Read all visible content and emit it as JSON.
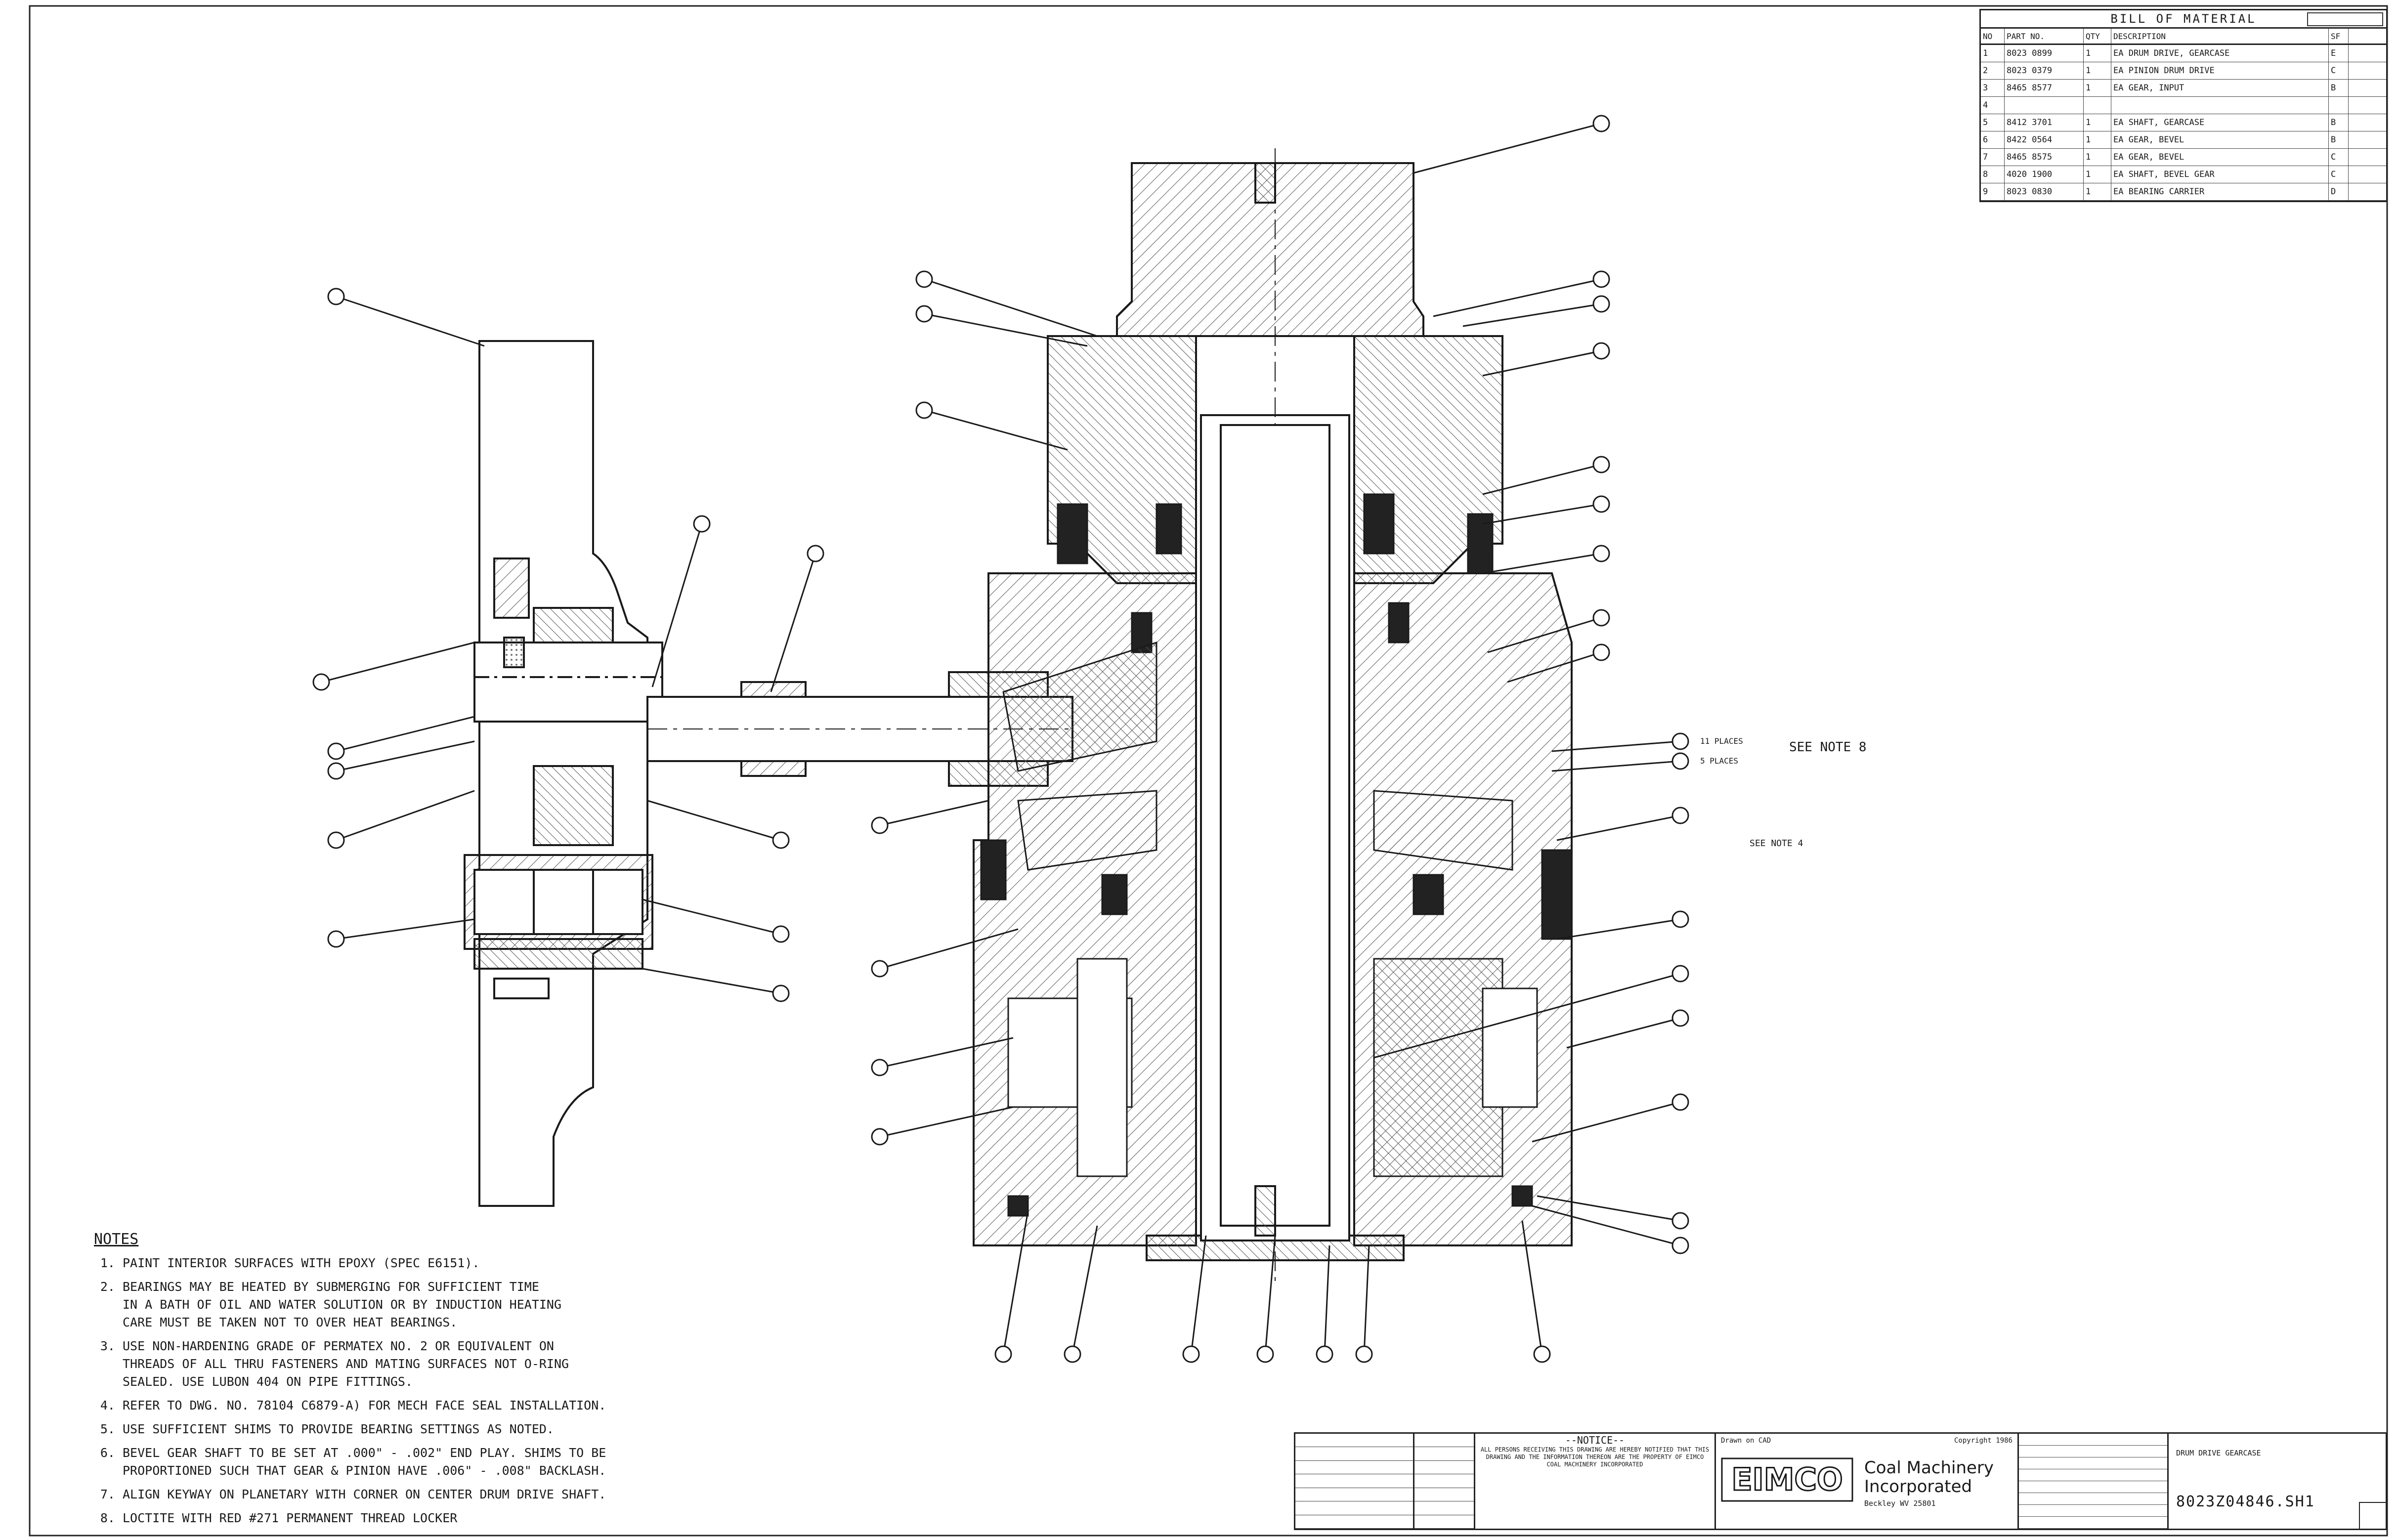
{
  "bom": {
    "title": "BILL OF MATERIAL",
    "headers": [
      "NO",
      "PART NO.",
      "QTY",
      "DESCRIPTION",
      "SF",
      ""
    ],
    "rows": [
      [
        "1",
        "8023 0899",
        "1",
        "EA DRUM DRIVE, GEARCASE",
        "E"
      ],
      [
        "2",
        "8023 0379",
        "1",
        "EA PINION DRUM DRIVE",
        "C"
      ],
      [
        "3",
        "8465 8577",
        "1",
        "EA GEAR, INPUT",
        "B"
      ],
      [
        "4",
        "",
        "",
        "",
        ""
      ],
      [
        "5",
        "8412 3701",
        "1",
        "EA SHAFT, GEARCASE",
        "B"
      ],
      [
        "6",
        "8422 0564",
        "1",
        "EA GEAR, BEVEL",
        "B"
      ],
      [
        "7",
        "8465 8575",
        "1",
        "EA GEAR, BEVEL",
        "C"
      ],
      [
        "8",
        "4020 1900",
        "1",
        "EA SHAFT, BEVEL GEAR",
        "C"
      ],
      [
        "9",
        "8023 0830",
        "1",
        "EA BEARING CARRIER",
        "D"
      ]
    ]
  },
  "notes": {
    "title": "NOTES",
    "items": [
      "PAINT INTERIOR SURFACES WITH EPOXY (SPEC E6151).",
      "BEARINGS MAY BE HEATED BY SUBMERGING FOR SUFFICIENT TIME\nIN A BATH OF OIL AND WATER SOLUTION OR BY INDUCTION HEATING\nCARE MUST BE TAKEN NOT TO OVER HEAT BEARINGS.",
      "USE NON-HARDENING GRADE OF PERMATEX NO. 2 OR EQUIVALENT ON\nTHREADS OF ALL THRU FASTENERS AND MATING SURFACES NOT O-RING\nSEALED. USE LUBON 404 ON PIPE FITTINGS.",
      "REFER TO DWG. NO. 78104 C6879-A) FOR MECH FACE SEAL INSTALLATION.",
      "USE SUFFICIENT SHIMS TO PROVIDE BEARING SETTINGS AS NOTED.",
      "BEVEL GEAR SHAFT TO BE SET AT .000\" - .002\" END PLAY. SHIMS TO BE\nPROPORTIONED SUCH THAT GEAR & PINION HAVE .006\" - .008\" BACKLASH.",
      "ALIGN KEYWAY ON PLANETARY WITH CORNER ON CENTER DRUM DRIVE SHAFT.",
      "LOCTITE WITH RED #271 PERMANENT THREAD LOCKER"
    ]
  },
  "callouts": {
    "see_note_8": "SEE NOTE 8",
    "see_note_4": "SEE NOTE 4",
    "places_11": "11 PLACES",
    "places_5": "5 PLACES"
  },
  "titleblock": {
    "notice_title": "--NOTICE--",
    "notice_text": "ALL PERSONS RECEIVING THIS DRAWING ARE HEREBY NOTIFIED THAT THIS DRAWING AND THE INFORMATION THEREON ARE THE PROPERTY OF EIMCO COAL MACHINERY INCORPORATED",
    "drawn_on": "Drawn on CAD",
    "copyright": "Copyright 1986",
    "logo_text": "EIMCO",
    "company_line1": "Coal Machinery",
    "company_line2": "Incorporated",
    "city": "Beckley WV 25801",
    "drawing_title": "DRUM DRIVE GEARCASE",
    "drawing_number": "8023Z04846.SH1"
  },
  "colors": {
    "ink": "#1a1a1a",
    "hatch": "#555555",
    "paper": "#ffffff"
  }
}
